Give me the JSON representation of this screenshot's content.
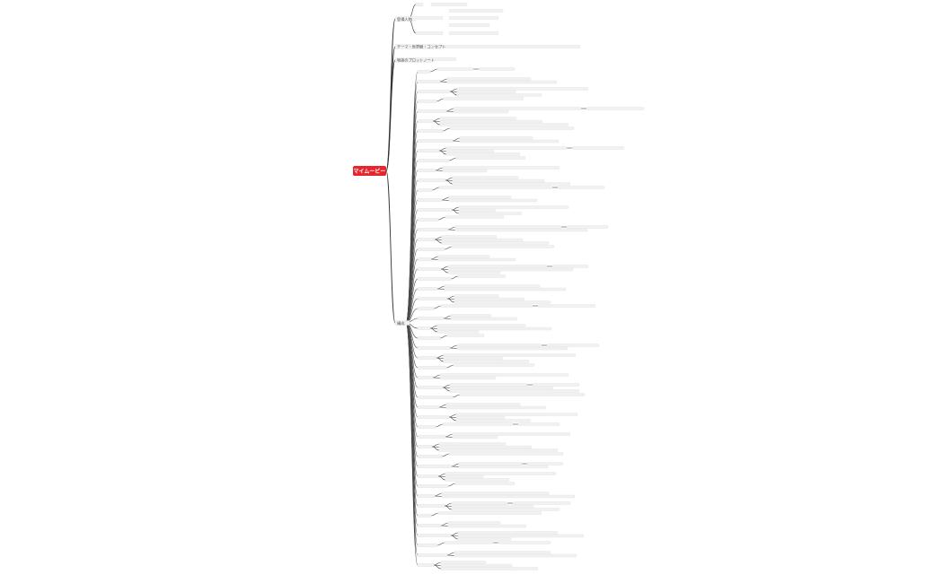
{
  "mindmap": {
    "root_label": "マイムービー",
    "accent_color": "#e8242c",
    "branches": [
      {
        "label": "登場人物"
      },
      {
        "label": "テーマ・世界観・コンセプト"
      },
      {
        "label": "物語のプロットノート"
      },
      {
        "label": "構成"
      }
    ],
    "note": "Detail node text is too small to read in the screenshot; only the top-level labels and root are legible."
  }
}
